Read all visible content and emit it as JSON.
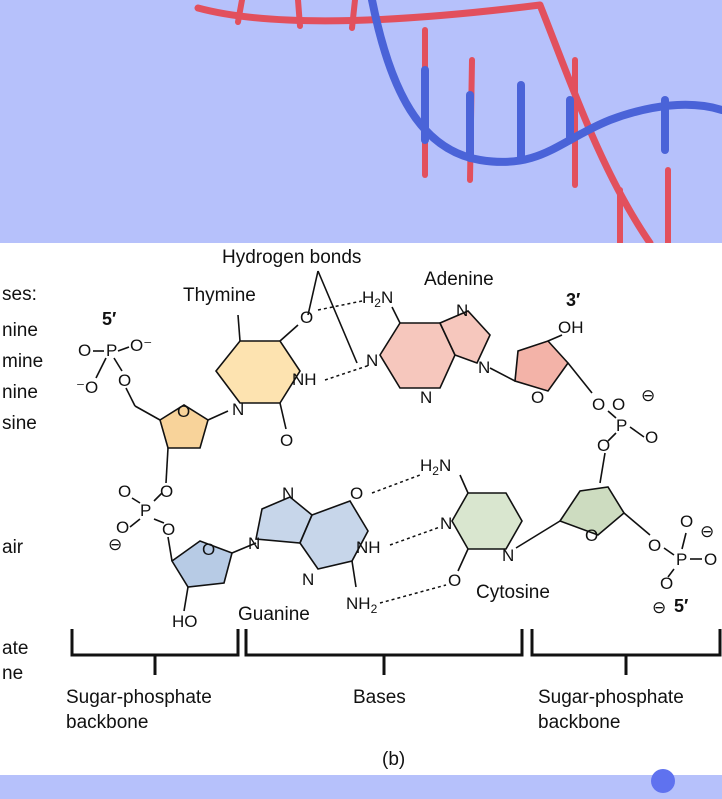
{
  "colors": {
    "background": "#b6c1fb",
    "helix_red": "#e2505d",
    "helix_blue": "#4a63d8",
    "thymine": "#fde3b0",
    "adenine": "#f6c7bd",
    "guanine": "#c7d6ea",
    "cytosine": "#d9e6cf",
    "sugar_top_left": "#f8d39a",
    "sugar_top_right": "#f3b3a8",
    "sugar_bottom_left": "#b7cbe5",
    "sugar_bottom_right": "#cddcc0"
  },
  "figure": {
    "hydrogen_bonds": "Hydrogen bonds",
    "thymine": "Thymine",
    "adenine": "Adenine",
    "guanine": "Guanine",
    "cytosine": "Cytosine",
    "prime_5_top": "5′",
    "prime_3_top": "3′",
    "prime_5_bottom": "5′",
    "caption": "(b)",
    "bracket_left": [
      "Sugar-phosphate",
      "backbone"
    ],
    "bracket_middle": "Bases",
    "bracket_right": [
      "Sugar-phosphate",
      "backbone"
    ]
  },
  "cropped_left_panel": {
    "lines": [
      "ses:",
      "nine",
      "mine",
      "nine",
      "sine",
      "air",
      "ate",
      "ne"
    ]
  }
}
